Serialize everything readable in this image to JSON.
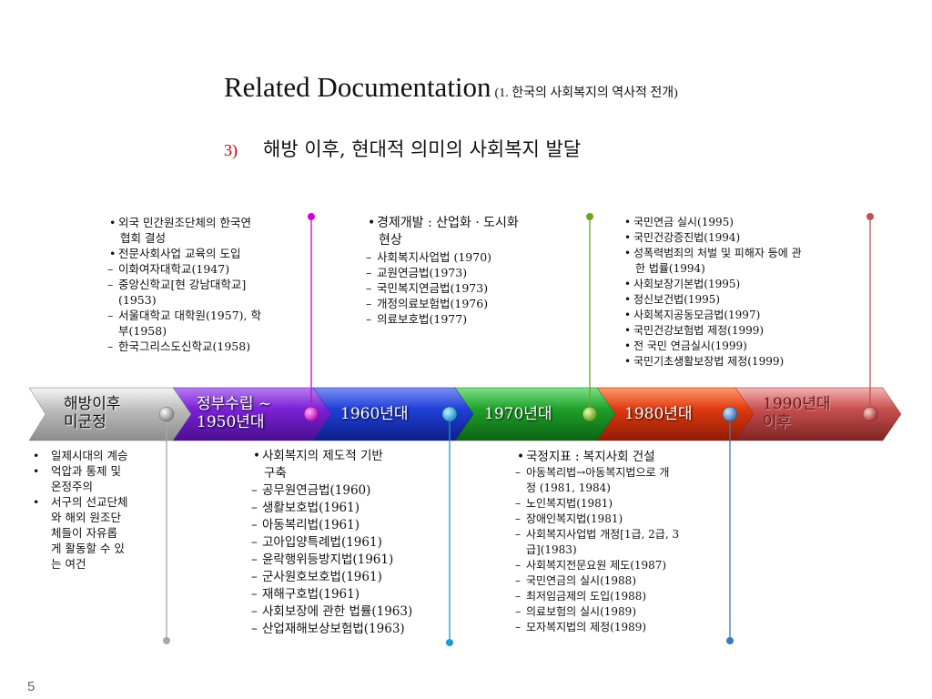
{
  "header": {
    "title": "Related Documentation",
    "title_sub": "(1. 한국의 사회복지의 역사적 전개)",
    "subtitle_num": "3)",
    "subtitle": "해방 이후, 현대적 의미의 사회복지 발달"
  },
  "timeline": {
    "segments": [
      {
        "label_1": "해방이후",
        "label_2": "미군정"
      },
      {
        "label_1": "정부수립 ~",
        "label_2": "1950년대"
      },
      {
        "label_1": "1960년대"
      },
      {
        "label_1": "1970년대"
      },
      {
        "label_1": "1980년대"
      },
      {
        "label_1": "1990년대",
        "label_2": "이후"
      }
    ]
  },
  "notes": {
    "note_1950s": {
      "items": [
        "외국 민간원조단체의 한국연",
        "협회 결성",
        "전문사회사업 교육의 도입",
        "이화여자대학교(1947)",
        "중앙신학교[현 강남대학교]",
        "(1953)",
        "서울대학교 대학원(1957), 학",
        "부(1958)",
        "한국그리스도신학교(1958)"
      ]
    },
    "note_1970s": {
      "items": [
        "경제개발 : 산업화 · 도시화",
        "현상",
        "사회복지사업법 (1970)",
        "교원연금법(1973)",
        "국민복지연금법(1973)",
        "개정의료보험법(1976)",
        "의료보호법(1977)"
      ]
    },
    "note_1990s": {
      "items": [
        "국민연금 실시(1995)",
        "국민건강증진법(1994)",
        "성폭력범죄의 처벌 및 피해자 등에 관",
        "한 법률(1994)",
        "사회보장기본법(1995)",
        "정신보건법(1995)",
        "사회복지공동모금법(1997)",
        "국민건강보험법 제정(1999)",
        "전 국민 연금실시(1999)",
        "국민기초생활보장법 제정(1999)"
      ]
    },
    "note_liberation": {
      "items": [
        "일제시대의 계승",
        "억압과 통제 및",
        "온정주의",
        "서구의 선교단체",
        "와 해외 원조단",
        "체들이  자유롭",
        "게 활동할 수 있",
        "는 여건"
      ]
    },
    "note_1960s": {
      "items": [
        "사회복지의 제도적 기반",
        "구축",
        "공무원연금법(1960)",
        "생활보호법(1961)",
        "아동복리법(1961)",
        "고아입양특례법(1961)",
        "윤락행위등방지법(1961)",
        "군사원호보호법(1961)",
        "재해구호법(1961)",
        "사회보장에 관한 법률(1963)",
        "산업재해보상보험법(1963)"
      ]
    },
    "note_1980s": {
      "items": [
        "국정지표 : 복지사회 건설",
        "아동복리법→아동복지법으로 개",
        "정 (1981, 1984)",
        "노인복지법(1981)",
        "장애인복지법(1981)",
        "사회복지사업법 개정[1급, 2급, 3",
        "급](1983)",
        "사회복지전문요원 제도(1987)",
        "국민연금의 실시(1988)",
        "최저임금제의 도입(1988)",
        "의료보험의 실시(1989)",
        "모자복지법의 제정(1989)"
      ]
    }
  },
  "colors": {
    "gray": "#a8a8a8",
    "purple": "#7b22d6",
    "blue": "#2040d8",
    "green": "#1fa12a",
    "red": "#e03a10",
    "maroon": "#b83a3a",
    "pin_magenta": "#d100d1",
    "pin_cyan": "#1a9cd0",
    "pin_olive": "#6aa51a",
    "pin_steel": "#3a7ab8"
  },
  "footer": {
    "page_number": "5"
  }
}
